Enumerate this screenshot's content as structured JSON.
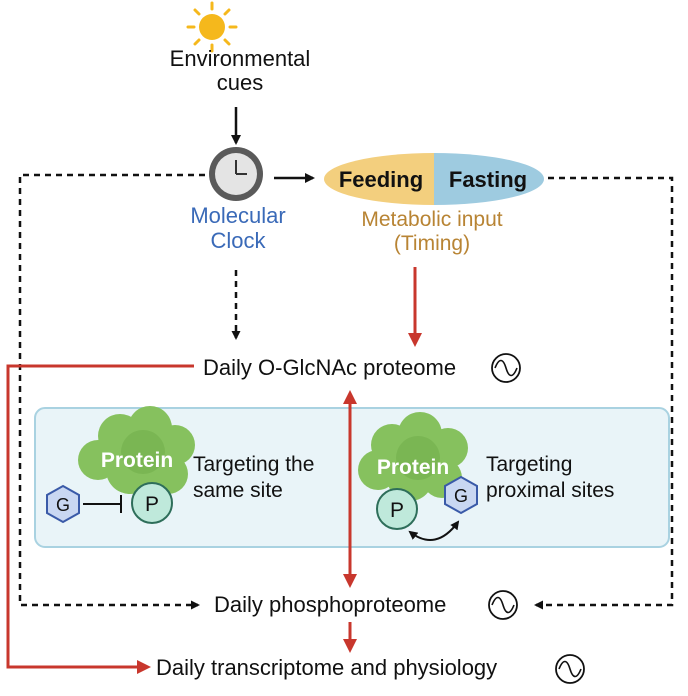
{
  "diagram": {
    "env_cues": {
      "line1": "Environmental",
      "line2": "cues"
    },
    "clock": {
      "line1": "Molecular",
      "line2": "Clock"
    },
    "feeding": "Feeding",
    "fasting": "Fasting",
    "metabolic": {
      "line1": "Metabolic input",
      "line2": "(Timing)"
    },
    "ogln": "Daily O-GlcNAc proteome",
    "protein_left": "Protein",
    "protein_right": "Protein",
    "same_site": {
      "line1": "Targeting the",
      "line2": "same site"
    },
    "proximal": {
      "line1": "Targeting",
      "line2": "proximal sites"
    },
    "g_label": "G",
    "p_label": "P",
    "phospho": "Daily phosphoproteome",
    "transcriptome": "Daily transcriptome and physiology"
  },
  "colors": {
    "red_arrow": "#c8372d",
    "clock_text": "#3a6ab8",
    "metabolic_text": "#b88434",
    "feeding_fill": "#f3cf7e",
    "fasting_fill": "#9ecbe0",
    "panel_fill": "#e9f4f8",
    "panel_stroke": "#a9d2e1",
    "protein_fill": "#86c15e",
    "p_circle_fill": "#bfe9db",
    "g_hex_fill": "#c9d7f2"
  }
}
